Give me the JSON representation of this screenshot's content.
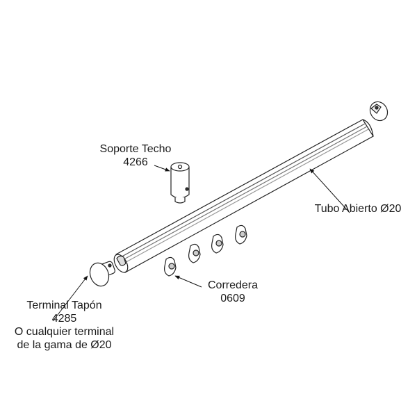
{
  "parts": [
    {
      "name": "Soporte Techo",
      "code": "4266"
    },
    {
      "name": "Tubo Abierto Ø20"
    },
    {
      "name": "Corredera",
      "code": "0609"
    },
    {
      "name": "Terminal Tapón",
      "code": "4285",
      "note1": "O cualquier terminal",
      "note2": "de la gama de Ø20"
    }
  ]
}
